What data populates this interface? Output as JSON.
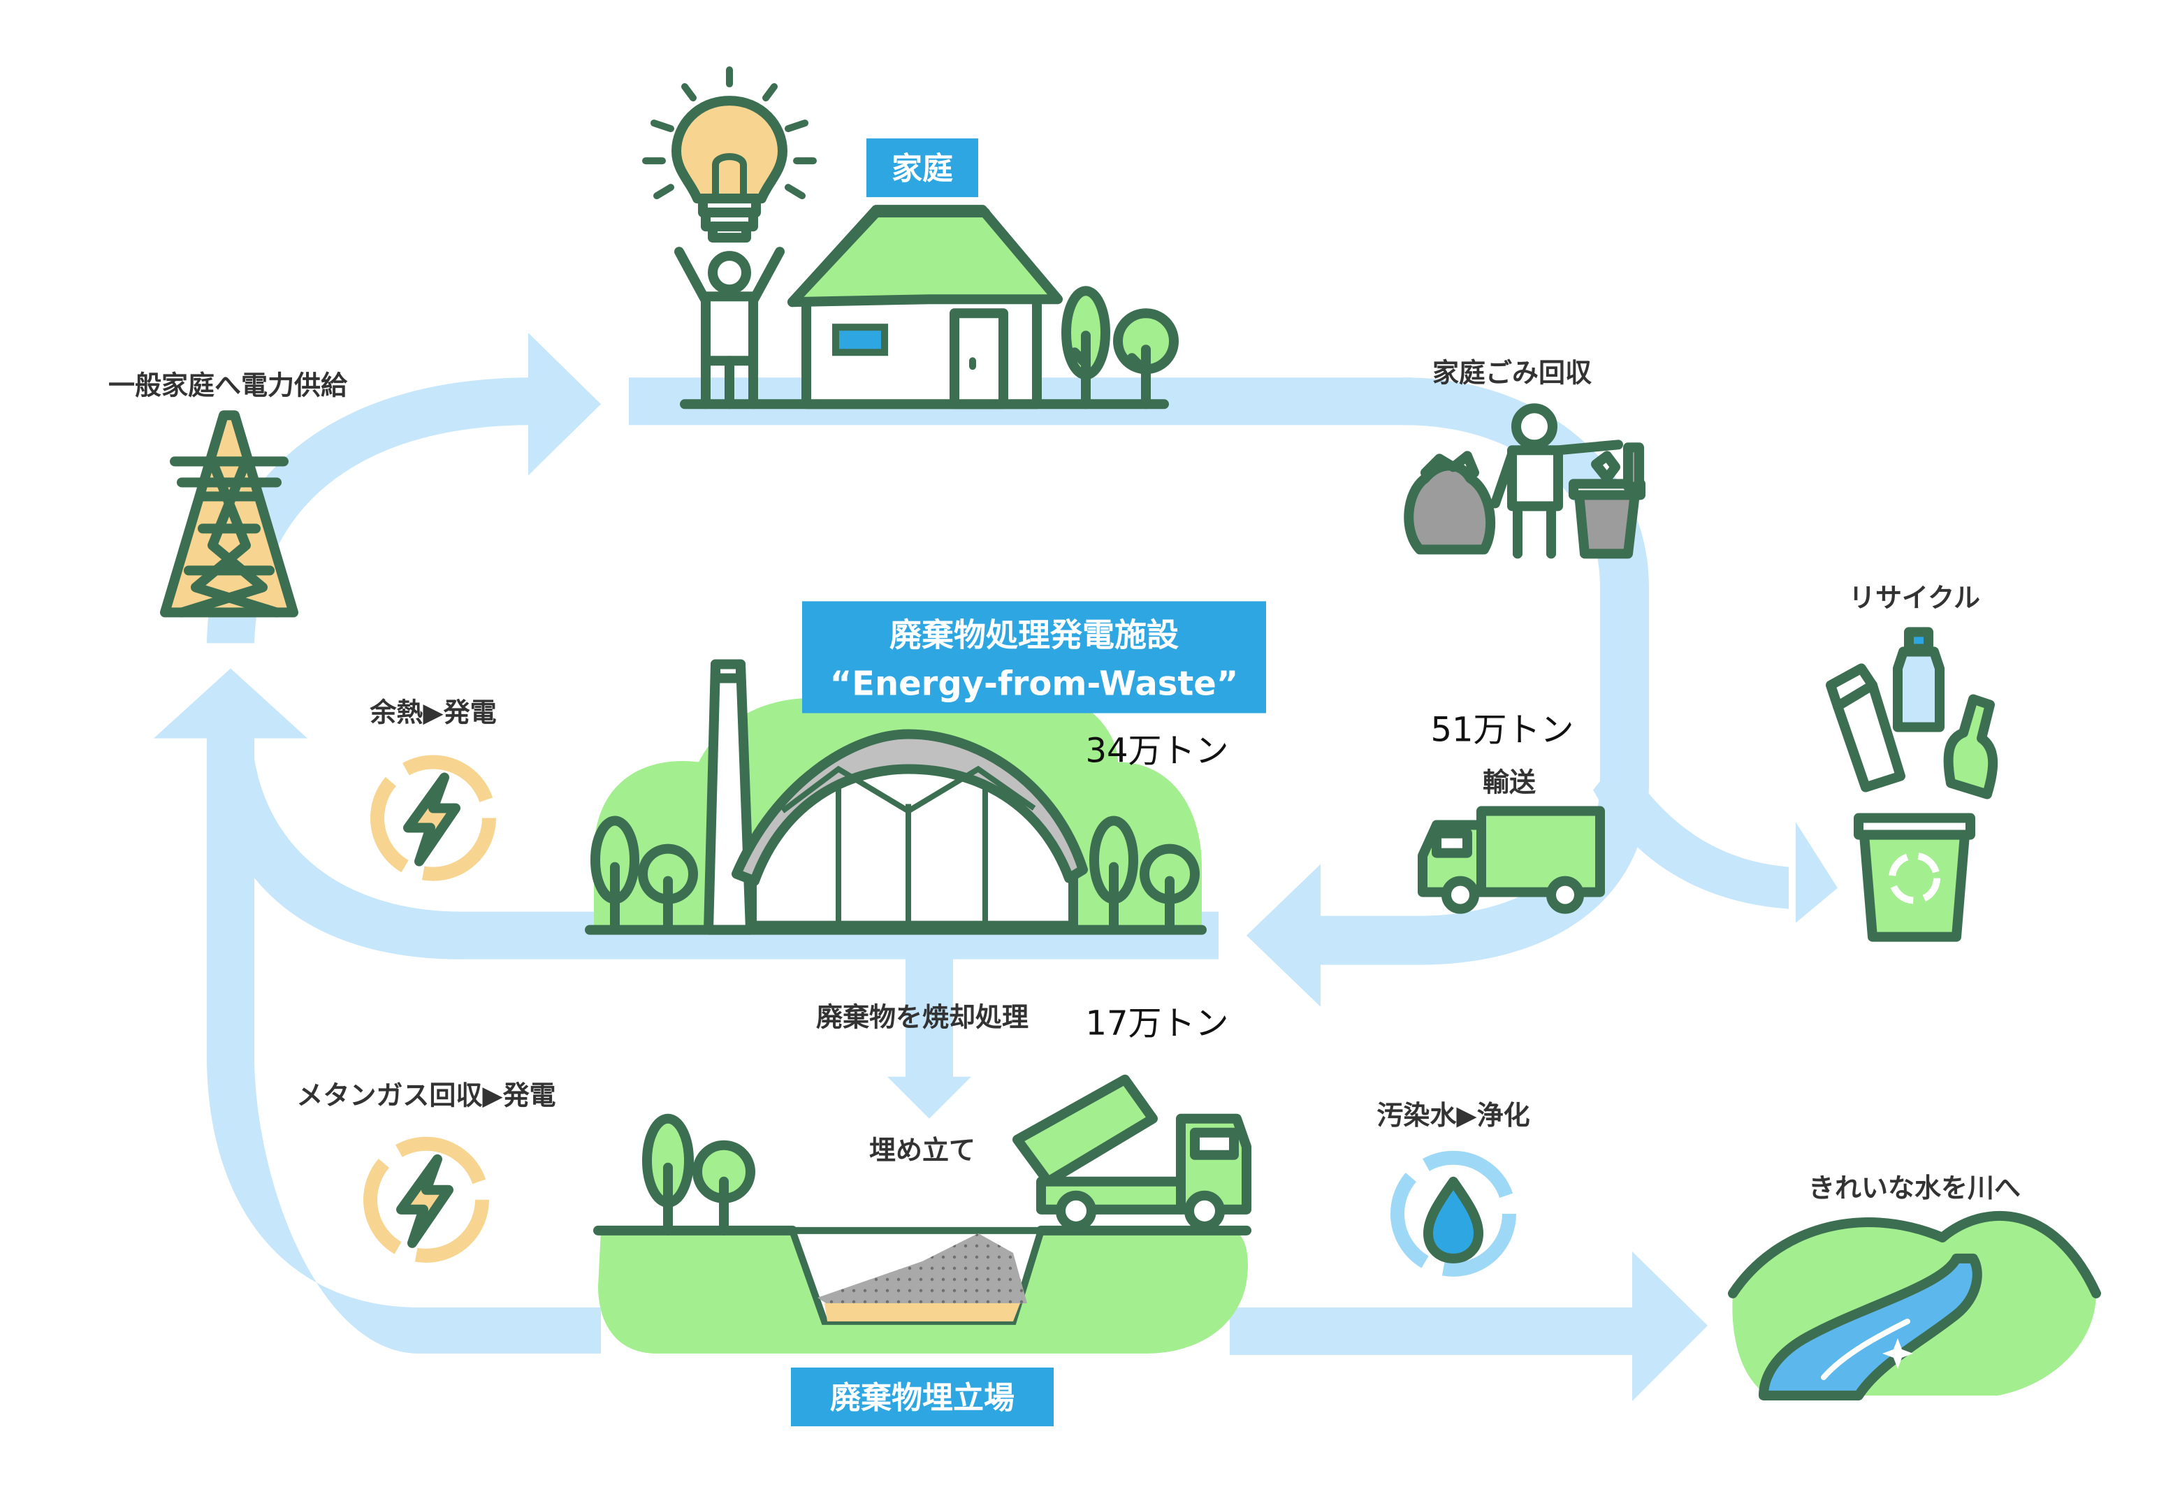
{
  "colors": {
    "flow": "#c6e6fb",
    "green": "#a3ee8f",
    "outline": "#3c6e52",
    "accent_blue": "#2ea6e2",
    "yellow": "#f7d48f",
    "gray": "#9c9c9c"
  },
  "labels": {
    "household": "家庭",
    "power_supply": "一般家庭へ電力供給",
    "waste_collection": "家庭ごみ回収",
    "recycle": "リサイクル",
    "plant_line1": "廃棄物処理発電施設",
    "plant_line2": "“Energy-from-Waste”",
    "amount_plant": "34万トン",
    "amount_transport": "51万トン",
    "transport": "輸送",
    "heat_power": "余熱▶発電",
    "incineration": "廃棄物を焼却処理",
    "amount_landfill": "17万トン",
    "methane_power": "メタンガス回収▶発電",
    "landfill_fill": "埋め立て",
    "water_purify": "汚染水▶浄化",
    "clean_water": "きれいな水を川へ",
    "landfill_site": "廃棄物埋立場"
  },
  "icons": [
    "light-bulb-icon",
    "person-raising-arms-icon",
    "house-icon",
    "tree-icon",
    "power-tower-icon",
    "garbage-bag-icon",
    "person-throwing-trash-icon",
    "trash-bin-icon",
    "milk-carton-icon",
    "plastic-bottle-icon",
    "glass-bottle-icon",
    "recycling-bin-icon",
    "garbage-truck-icon",
    "energy-cycle-icon",
    "incineration-plant-icon",
    "dump-truck-icon",
    "landfill-pit-icon",
    "water-cycle-icon",
    "river-hills-icon"
  ]
}
